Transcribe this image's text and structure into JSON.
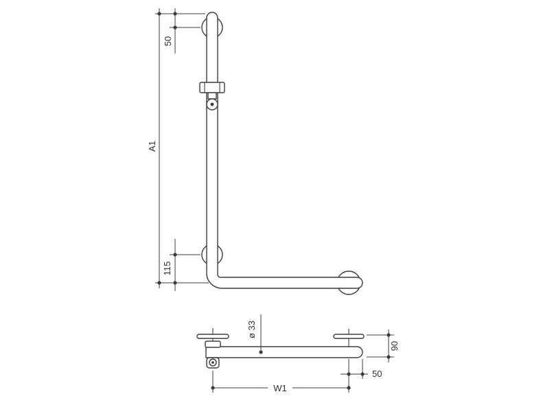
{
  "drawing": {
    "type": "technical-dimension-drawing",
    "subject": "L-shaped grab rail with shower head slider, front view and plan view",
    "colors": {
      "line": "#3b3b3b",
      "background": "#ffffff",
      "text": "#2f2f2f"
    }
  },
  "front_view": {
    "labels": {
      "top_offset": "50",
      "overall_height": "A1",
      "bottom_offset": "115"
    }
  },
  "plan_view": {
    "labels": {
      "tube_diameter": "ø 33",
      "wall_clearance": "90",
      "end_offset": "50",
      "overall_width": "W1"
    }
  }
}
